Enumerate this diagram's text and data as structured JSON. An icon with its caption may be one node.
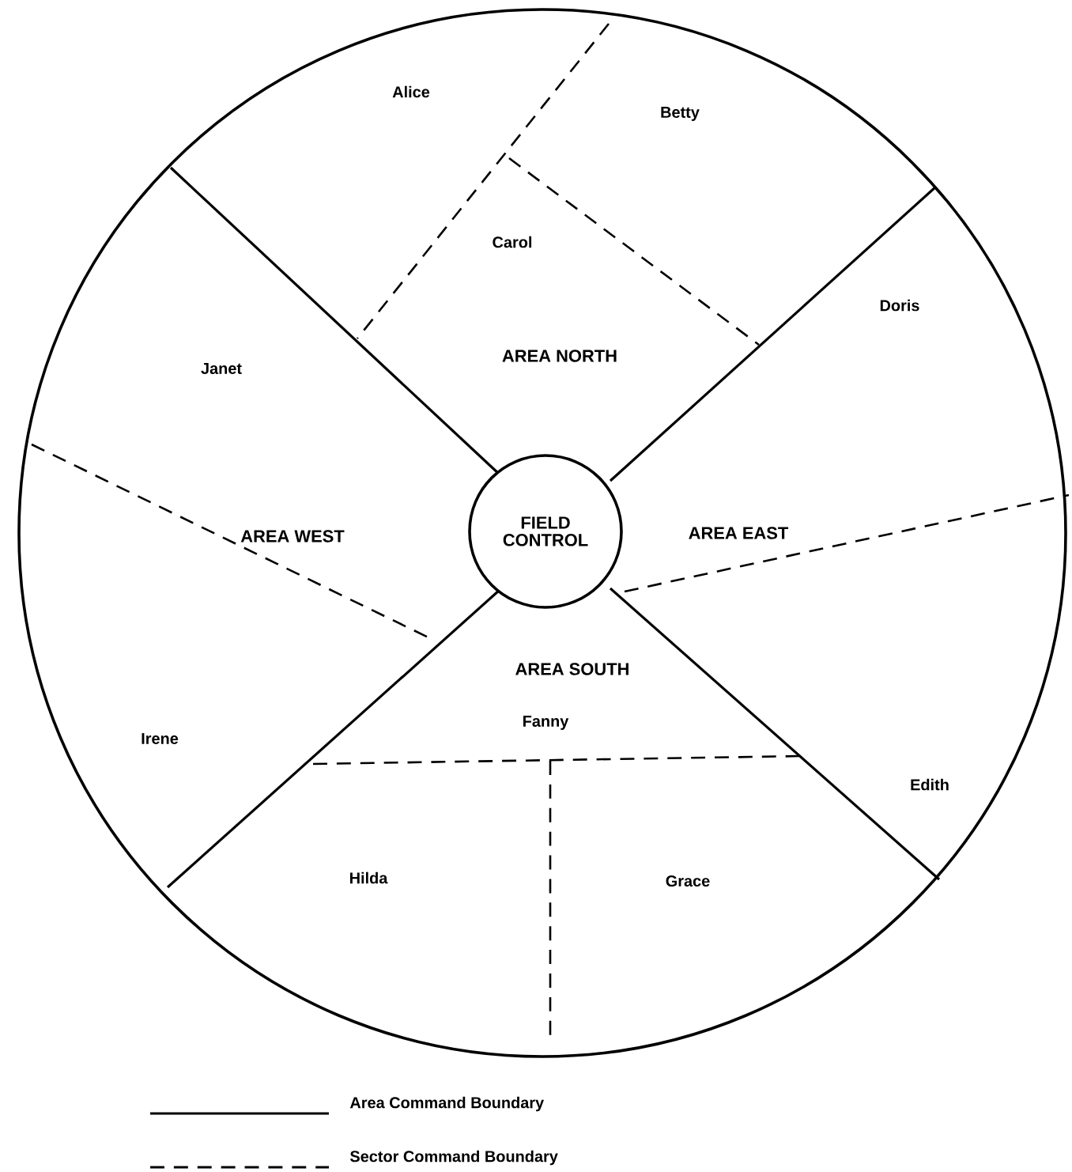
{
  "diagram": {
    "nodes": [
      {
        "text": [],
        "shape": "circle"
      },
      {
        "text": [
          "FIELD CONTROL"
        ],
        "in": 0
      }
    ],
    "labels": [
      "Alice",
      "Betty",
      "Carol",
      "AREA NORTH",
      "Doris",
      "Janet",
      "AREA WEST",
      "AREA EAST",
      "AREA SOUTH",
      "Fanny",
      "Irene",
      "Edith",
      "Hilda",
      "Grace"
    ],
    "legend": [
      {
        "text": "Area Command Boundary"
      },
      {
        "text": "Sector Command Boundary"
      }
    ]
  }
}
